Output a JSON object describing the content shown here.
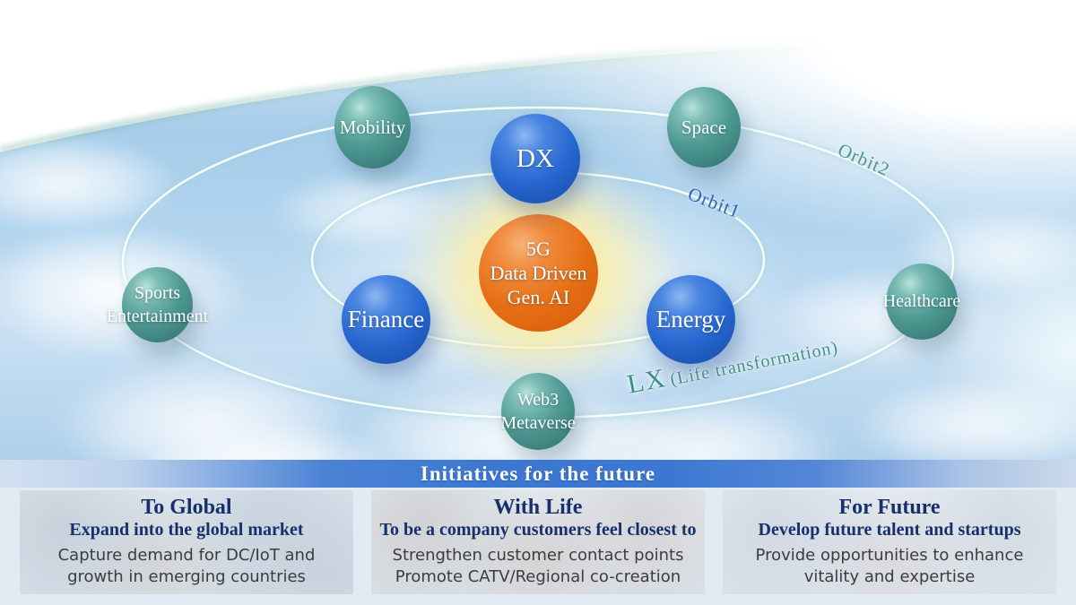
{
  "diagram": {
    "center": {
      "line1": "5G",
      "line2": "Data Driven",
      "line3": "Gen. AI"
    },
    "orbits": {
      "orbit1_label": "Orbit1",
      "orbit2_label": "Orbit2",
      "lx_prefix": "LX",
      "lx_text": "(Life transformation)"
    },
    "spheres": {
      "dx": "DX",
      "finance": "Finance",
      "energy": "Energy",
      "mobility": "Mobility",
      "space": "Space",
      "healthcare": "Healthcare",
      "sports": {
        "line1": "Sports",
        "line2": "Entertainment"
      },
      "web3": {
        "line1": "Web3",
        "line2": "Metaverse"
      }
    }
  },
  "initiatives": {
    "banner_title": "Initiatives for the future",
    "columns": [
      {
        "title": "To Global",
        "subtitle": "Expand into the global market",
        "body": [
          "Capture demand for DC/IoT and",
          "growth in emerging countries"
        ]
      },
      {
        "title": "With Life",
        "subtitle": "To be a company customers feel closest to",
        "body": [
          "Strengthen customer contact points",
          "Promote CATV/Regional co-creation"
        ]
      },
      {
        "title": "For Future",
        "subtitle": "Develop future talent and startups",
        "body": [
          "Provide opportunities to enhance",
          "vitality and expertise"
        ]
      }
    ]
  },
  "colors": {
    "sphere_blue": "#2767d0",
    "sphere_teal": "#4f9a94",
    "center_orange": "#e66f15",
    "banner_blue": "#3c78d2",
    "heading_navy": "#16306e",
    "orbit1_label_color": "#2a63b8",
    "orbit2_label_color": "#4a948e"
  }
}
